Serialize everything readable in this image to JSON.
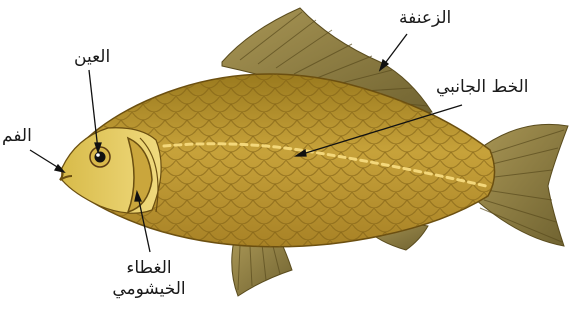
{
  "labels": {
    "dorsal_fin": "الزعنفة",
    "lateral_line": "الخط الجانبي",
    "eye": "العين",
    "mouth": "الفم",
    "gill_cover_line1": "الغطاء",
    "gill_cover_line2": "الخيشومي"
  },
  "colors": {
    "body": "#b5932a",
    "body_dark": "#7a5a12",
    "fin": "#8f7f3f",
    "head": "#e9d16a",
    "lateral_line": "#f3d77a",
    "leader": "#111111"
  }
}
